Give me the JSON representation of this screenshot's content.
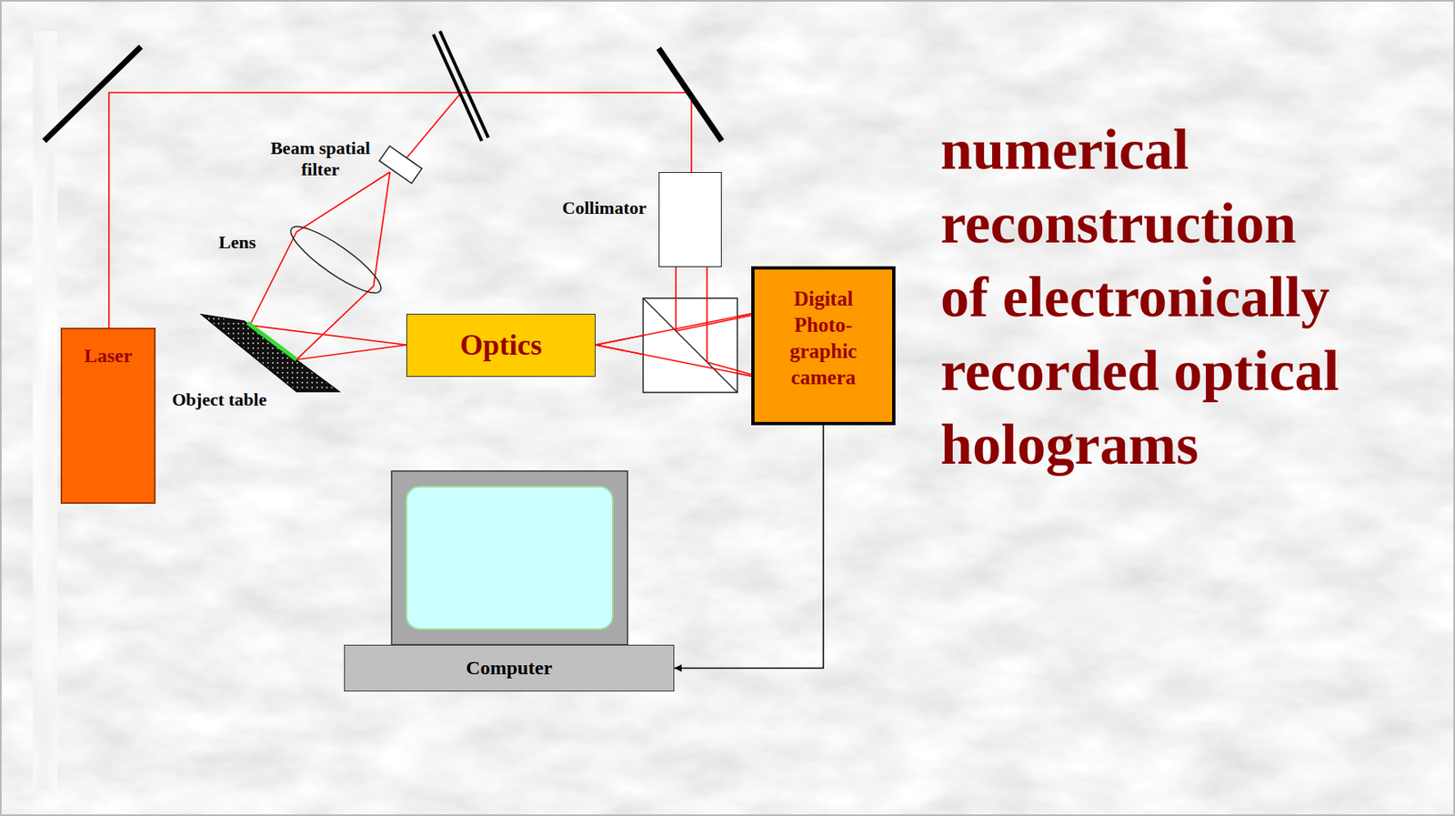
{
  "diagram": {
    "title": "numerical reconstruction of electronically recorded optical holograms",
    "nodes": [
      {
        "text": [
          "Beam spatial filter"
        ]
      },
      {
        "text": [
          "Collimator"
        ]
      },
      {
        "text": [
          "Lens"
        ]
      },
      {
        "text": [
          "Laser"
        ]
      },
      {
        "text": [
          "Optics"
        ]
      },
      {
        "text": [
          "Digital Photo- graphic camera"
        ]
      },
      {
        "text": [
          "Object table"
        ]
      },
      {
        "text": [
          "Computer"
        ]
      }
    ],
    "edges": [
      {
        "from": 5,
        "to": 7,
        "arrow": "to"
      }
    ]
  }
}
